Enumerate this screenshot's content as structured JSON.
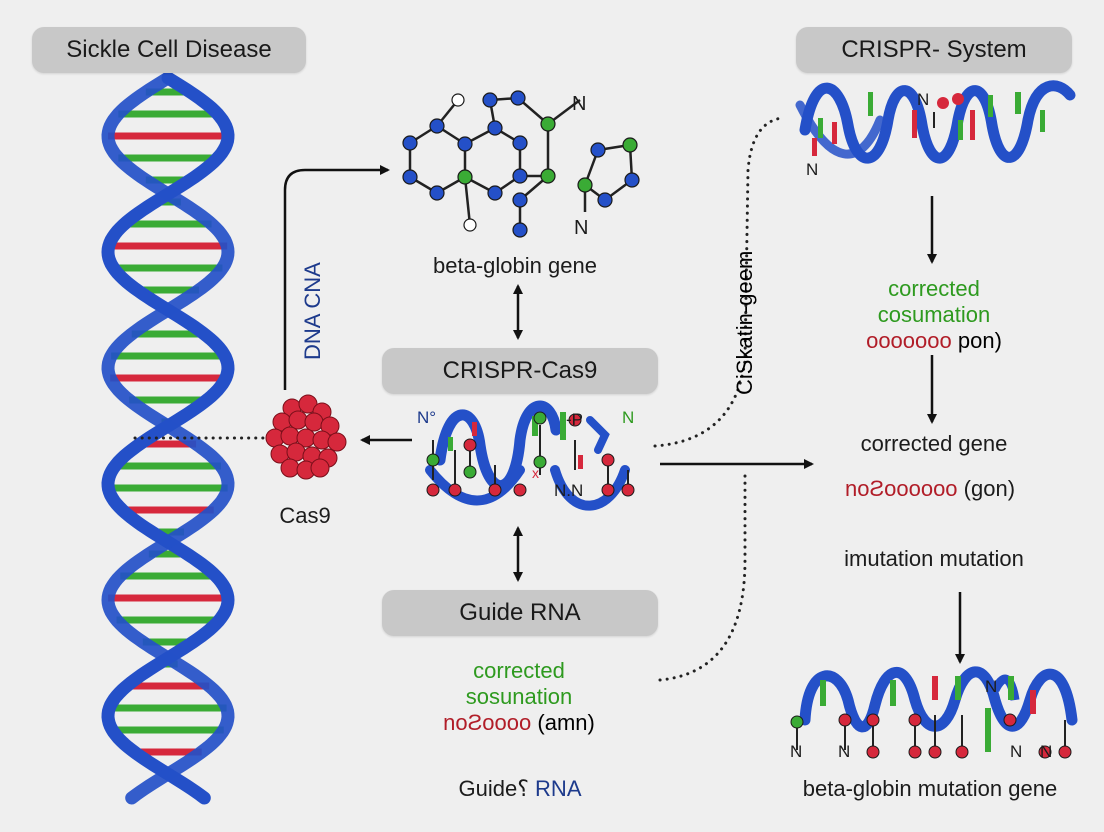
{
  "labels": {
    "sickle_cell_disease": "Sickle Cell Disease",
    "crispr_system": "CRISPR- System",
    "beta_globin_gene": "beta-globin gene",
    "dna_cna": "DNA CNA",
    "crispr_cas9": "CRISPR-Cas9",
    "cas9": "Cas9",
    "guide_rna_pill": "Guide RNA",
    "ciskatin_geem": "CiSkatin-geem",
    "corrected_1_line1": "corrected",
    "corrected_1_line2": "cosumation",
    "corrected_1_seq": "ooooooo",
    "corrected_1_suffix": "pon)",
    "corrected_gene": "corrected gene",
    "corrected_gene_seq": "noƧoooooo",
    "corrected_gene_suffix": "(gon)",
    "imutation": "imutation mutation",
    "corrected_2_line1": "corrected",
    "corrected_2_line2": "sosunation",
    "corrected_2_seq": "noƧoooo",
    "corrected_2_suffix": "(amn)",
    "guide_rna_bottom_a": "Guide",
    "guide_rna_bottom_b": "RNA",
    "beta_globin_mutation_gene": "beta-globin mutation gene",
    "n_top_molecule": "N",
    "n_bottom_molecule": "N",
    "n_crispr_left": "N",
    "n_crispr_top": "N",
    "n_center_left": "N°",
    "n_center_right": "N",
    "p_center": "-P",
    "nn_center": "N.N",
    "n_bottom_1": "N",
    "n_bottom_2": "N",
    "n_bottom_3": "N",
    "n_bottom_4": "N",
    "n_bottom_top": "N"
  },
  "colors": {
    "background": "#efefef",
    "pill": "#c8c8c8",
    "dna_blue": "#2450c8",
    "base_green": "#3aab35",
    "base_red": "#d6283c",
    "text_green": "#2e9a1f",
    "text_red": "#b11d28",
    "text_navy": "#1d3a8c"
  }
}
